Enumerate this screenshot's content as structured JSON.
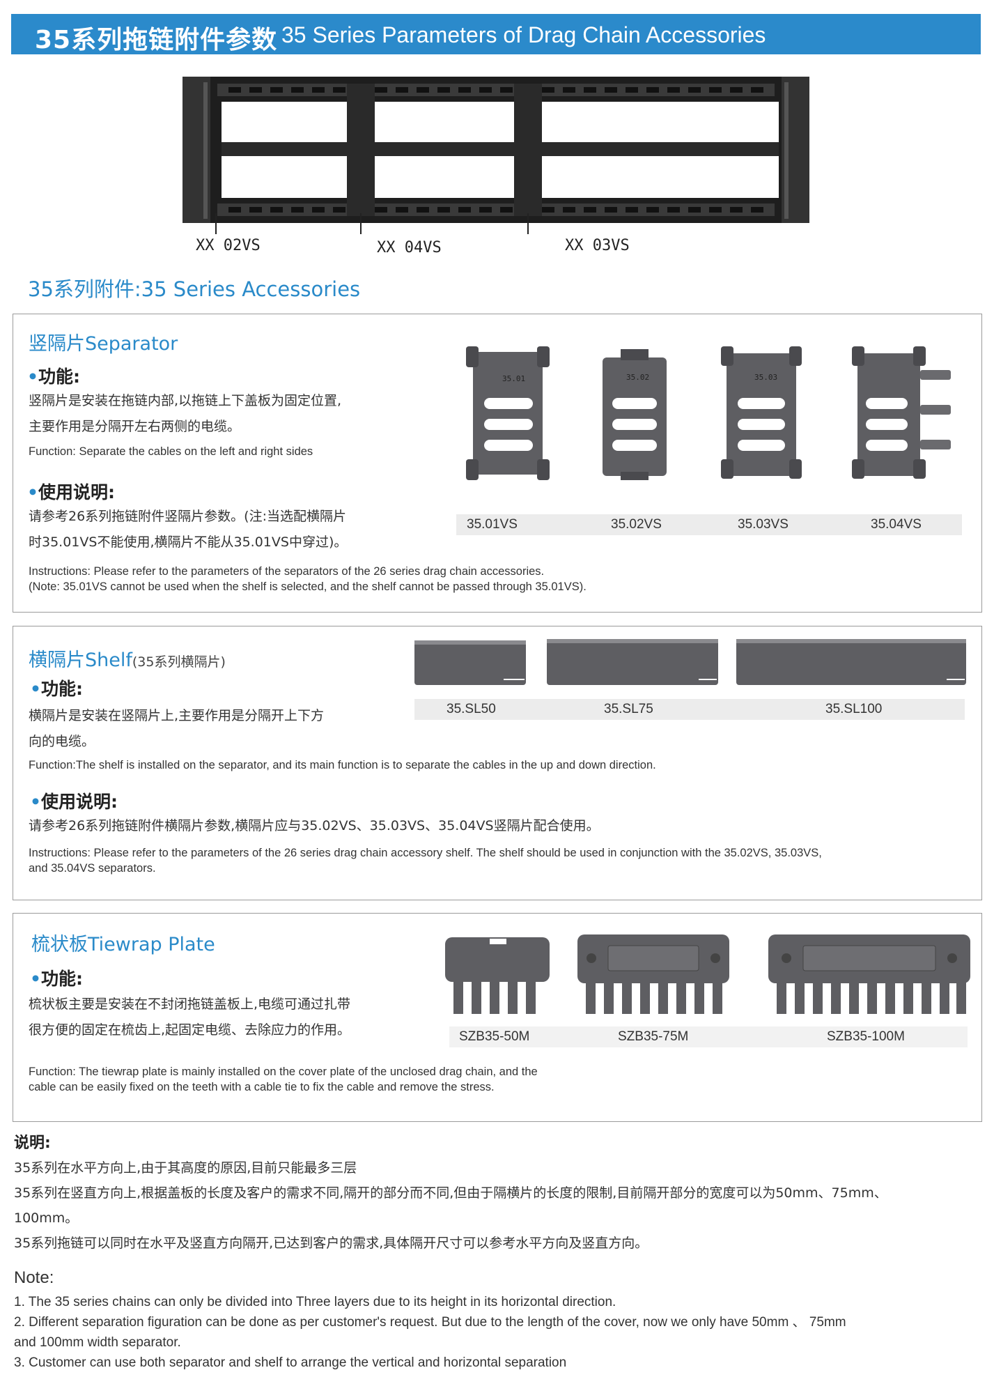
{
  "header": {
    "title_cn": "35系列拖链附件参数",
    "title_en": "35 Series Parameters of Drag Chain Accessories"
  },
  "diagram": {
    "labels": [
      "XX 02VS",
      "XX 04VS",
      "XX 03VS"
    ]
  },
  "accessories_title": "35系列附件:35 Series Accessories",
  "separator": {
    "title": "竖隔片Separator",
    "function_heading": "功能:",
    "function_cn": [
      "竖隔片是安装在拖链内部,以拖链上下盖板为固定位置,",
      "主要作用是分隔开左右两侧的电缆。"
    ],
    "function_en": "Function: Separate the cables on the left and right sides",
    "usage_heading": "使用说明:",
    "usage_cn": [
      "请参考26系列拖链附件竖隔片参数。(注:当选配横隔片",
      "时35.01VS不能使用,横隔片不能从35.01VS中穿过)。"
    ],
    "usage_en": [
      "Instructions: Please refer to the parameters of the separators of the 26 series drag chain accessories.",
      "(Note: 35.01VS cannot be used when the shelf is selected, and the shelf cannot be passed through 35.01VS)."
    ],
    "parts": [
      "35.01VS",
      "35.02VS",
      "35.03VS",
      "35.04VS"
    ],
    "part_marks": [
      "35.01",
      "35.02",
      "35.03"
    ]
  },
  "shelf": {
    "title": "横隔片Shelf",
    "title_small": "(35系列横隔片)",
    "function_heading": "功能:",
    "function_cn": [
      "横隔片是安装在竖隔片上,主要作用是分隔开上下方",
      "向的电缆。"
    ],
    "function_en": "Function:The shelf is installed on the separator, and its main function is to separate the cables in the up and down direction.",
    "usage_heading": "使用说明:",
    "usage_cn": "请参考26系列拖链附件横隔片参数,横隔片应与35.02VS、35.03VS、35.04VS竖隔片配合使用。",
    "usage_en": [
      "Instructions: Please refer to the parameters of the 26 series drag chain accessory shelf. The shelf should be used in conjunction with the 35.02VS, 35.03VS,",
      "and 35.04VS separators."
    ],
    "parts": [
      "35.SL50",
      "35.SL75",
      "35.SL100"
    ]
  },
  "tiewrap": {
    "title": "梳状板Tiewrap Plate",
    "function_heading": "功能:",
    "function_cn": [
      "梳状板主要是安装在不封闭拖链盖板上,电缆可通过扎带",
      "很方便的固定在梳齿上,起固定电缆、去除应力的作用。"
    ],
    "function_en": [
      "Function: The tiewrap plate is mainly installed on the cover plate of the unclosed drag chain, and the",
      "cable can be easily fixed on the teeth with a cable tie to fix the cable and remove the stress."
    ],
    "parts": [
      "SZB35-50M",
      "SZB35-75M",
      "SZB35-100M"
    ]
  },
  "notes_cn": {
    "heading": "说明:",
    "lines": [
      "35系列在水平方向上,由于其高度的原因,目前只能最多三层",
      "35系列在竖直方向上,根据盖板的长度及客户的需求不同,隔开的部分而不同,但由于隔横片的长度的限制,目前隔开部分的宽度可以为50mm、75mm、",
      "100mm。",
      "35系列拖链可以同时在水平及竖直方向隔开,已达到客户的需求,具体隔开尺寸可以参考水平方向及竖直方向。"
    ]
  },
  "notes_en": {
    "heading": "Note:",
    "lines": [
      "1. The 35 series chains  can only be divided into Three layers due to its height in its horizontal direction.",
      "2. Different separation figuration can be done as per customer's request. But due to the length of the cover, now we only have 50mm 、 75mm",
      "and  100mm width separator.",
      "3. Customer can use both separator and shelf to arrange the vertical and horizontal separation"
    ]
  },
  "colors": {
    "brand_blue": "#2b8acb",
    "part_gray": "#5e5e62"
  }
}
